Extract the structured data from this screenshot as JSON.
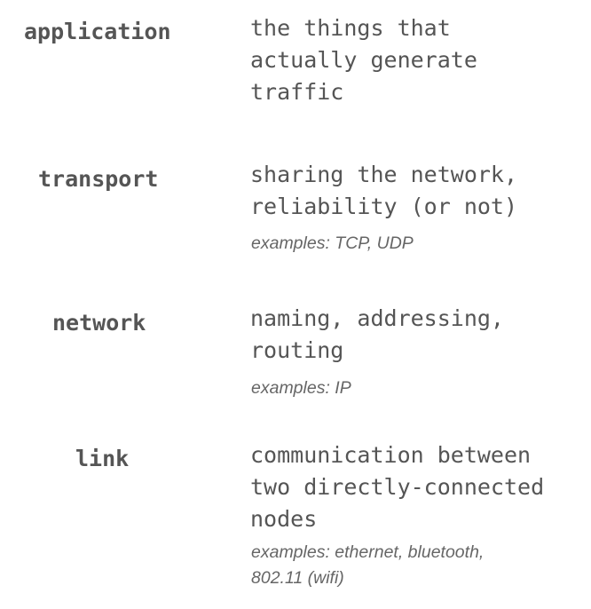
{
  "layers": [
    {
      "name": "application",
      "description": "the things that\nactually generate\ntraffic",
      "examples": ""
    },
    {
      "name": "transport",
      "description": "sharing the network,\nreliability (or not)",
      "examples": "examples: TCP, UDP"
    },
    {
      "name": "network",
      "description": "naming, addressing,\nrouting",
      "examples": "examples: IP"
    },
    {
      "name": "link",
      "description": "communication between\ntwo directly-connected\nnodes",
      "examples": "examples: ethernet, bluetooth,\n802.11 (wifi)"
    }
  ]
}
